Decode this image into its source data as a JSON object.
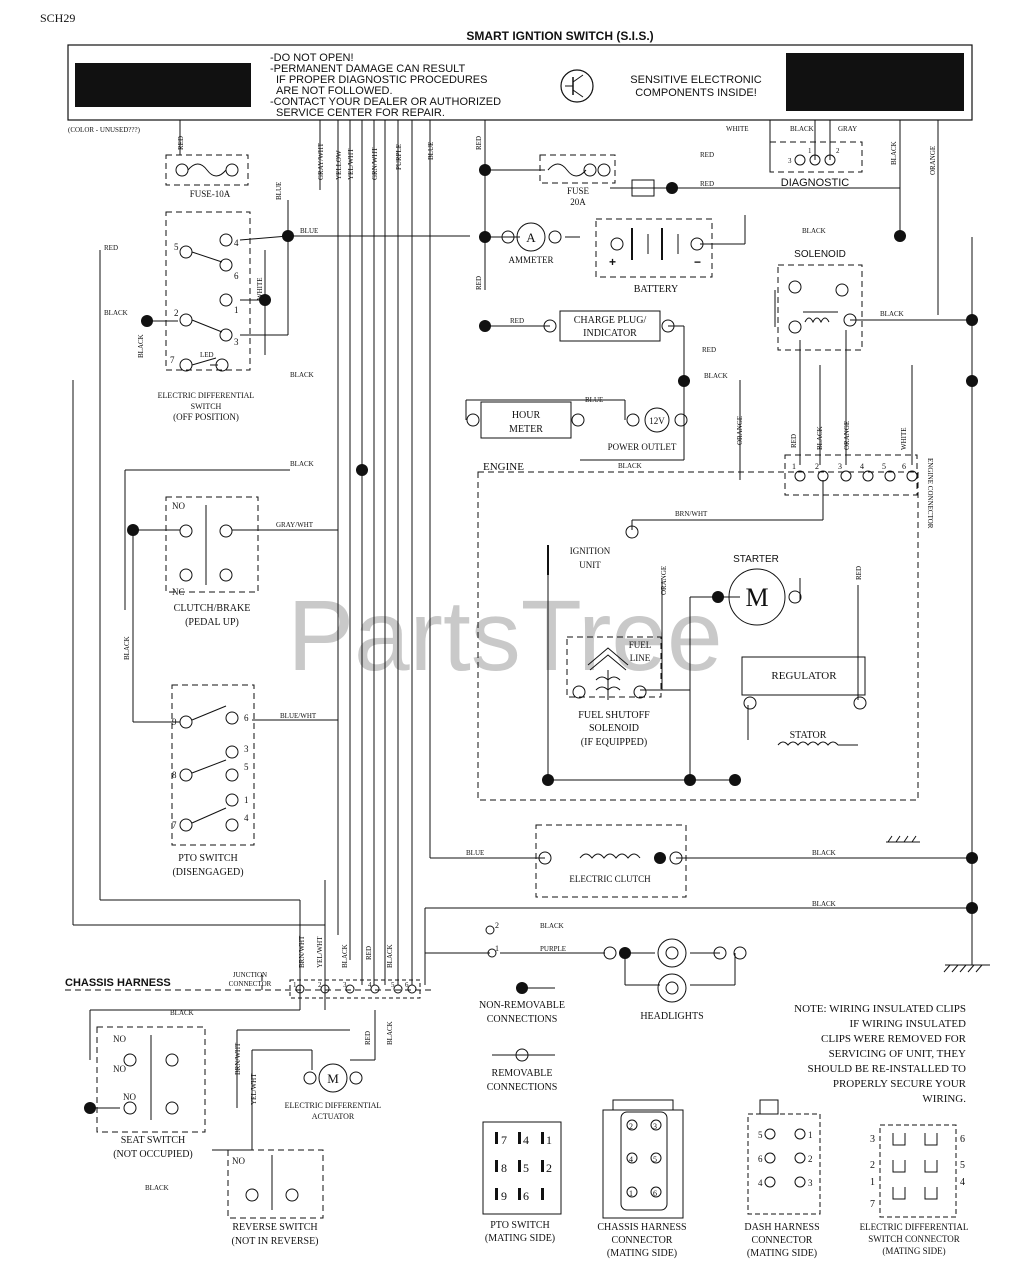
{
  "page_code": "SCH29",
  "watermark": "PartsTree",
  "sis": {
    "title": "SMART IGNTION SWITCH (S.I.S.)",
    "warning_lines": [
      "-DO NOT OPEN!",
      "-PERMANENT DAMAGE CAN RESULT",
      "IF PROPER DIAGNOSTIC PROCEDURES",
      "ARE NOT FOLLOWED.",
      "-CONTACT YOUR DEALER OR AUTHORIZED",
      "SERVICE CENTER FOR REPAIR."
    ],
    "sensitive_lines": [
      "SENSITIVE ELECTRONIC",
      "COMPONENTS INSIDE!"
    ]
  },
  "color_legend": "(COLOR - UNUSED???)",
  "top_wires": [
    "RED",
    "GRAY/WHT",
    "YELLOW",
    "YEL/WHT",
    "GRN/WHT",
    "PURPLE",
    "BLUE",
    "RED",
    "WHITE",
    "BLACK",
    "GRAY",
    "BLACK",
    "ORANGE"
  ],
  "components": {
    "fuse10": "FUSE-10A",
    "fuse20_lines": [
      "FUSE",
      "20A"
    ],
    "diagnostic": "DIAGNOSTIC",
    "ammeter": "AMMETER",
    "ammeter_symbol": "A",
    "battery": "BATTERY",
    "solenoid": "SOLENOID",
    "charge_plug_lines": [
      "CHARGE PLUG/",
      "INDICATOR"
    ],
    "hour_meter_lines": [
      "HOUR",
      "METER"
    ],
    "power_outlet": "POWER OUTLET",
    "power_12v": "12V",
    "engine": "ENGINE",
    "engine_connector": "ENGINE CONNECTOR",
    "ignition_unit_lines": [
      "IGNITION",
      "UNIT"
    ],
    "starter": "STARTER",
    "motor_symbol": "M",
    "fuel_line_lines": [
      "FUEL",
      "LINE"
    ],
    "fuel_solenoid_lines": [
      "FUEL SHUTOFF",
      "SOLENOID",
      "(IF EQUIPPED)"
    ],
    "regulator": "REGULATOR",
    "stator": "STATOR",
    "electric_clutch": "ELECTRIC CLUTCH",
    "headlights": "HEADLIGHTS",
    "chassis_harness": "CHASSIS HARNESS",
    "junction_connector_lines": [
      "JUNCTION",
      "CONNECTOR"
    ],
    "diff_actuator_lines": [
      "ELECTRIC DIFFERENTIAL",
      "ACTUATOR"
    ]
  },
  "switches": {
    "diff_switch_lines": [
      "ELECTRIC DIFFERENTIAL",
      "SWITCH",
      "(OFF POSITION)"
    ],
    "led": "LED",
    "clutch_brake_lines": [
      "CLUTCH/BRAKE",
      "(PEDAL UP)"
    ],
    "pto_lines": [
      "PTO SWITCH",
      "(DISENGAGED)"
    ],
    "seat_lines": [
      "SEAT SWITCH",
      "(NOT OCCUPIED)"
    ],
    "reverse_lines": [
      "REVERSE SWITCH",
      "(NOT IN REVERSE)"
    ],
    "no": "NO",
    "nc": "NC"
  },
  "wire_labels": {
    "red": "RED",
    "black": "BLACK",
    "blue": "BLUE",
    "gray_wht": "GRAY/WHT",
    "blue_wht": "BLUE/WHT",
    "brn_wht": "BRN/WHT",
    "orange": "ORANGE",
    "white": "WHITE",
    "purple": "PURPLE",
    "yellow": "YELLOW",
    "yel_wht": "YEL/WHT",
    "grn_wht": "GRN/WHT",
    "gray": "GRAY"
  },
  "legend": {
    "non_removable_lines": [
      "NON-REMOVABLE",
      "CONNECTIONS"
    ],
    "removable_lines": [
      "REMOVABLE",
      "CONNECTIONS"
    ]
  },
  "note_lines": [
    "NOTE: WIRING INSULATED CLIPS",
    "IF WIRING INSULATED",
    "CLIPS WERE REMOVED FOR",
    "SERVICING OF UNIT, THEY",
    "SHOULD BE RE-INSTALLED TO",
    "PROPERLY SECURE YOUR",
    "WIRING."
  ],
  "connectors": {
    "pto_mating_lines": [
      "PTO SWITCH",
      "(MATING SIDE)"
    ],
    "chassis_mating_lines": [
      "CHASSIS HARNESS",
      "CONNECTOR",
      "(MATING SIDE)"
    ],
    "dash_mating_lines": [
      "DASH HARNESS",
      "CONNECTOR",
      "(MATING SIDE)"
    ],
    "diff_mating_lines": [
      "ELECTRIC DIFFERENTIAL",
      "SWITCH CONNECTOR",
      "(MATING SIDE)"
    ]
  },
  "pins": {
    "p1": "1",
    "p2": "2",
    "p3": "3",
    "p4": "4",
    "p5": "5",
    "p6": "6",
    "p7": "7",
    "p8": "8",
    "p9": "9",
    "b1": "1",
    "b2": "2",
    "b3": "3",
    "b4": "4",
    "b5": "5",
    "b6": "6"
  }
}
